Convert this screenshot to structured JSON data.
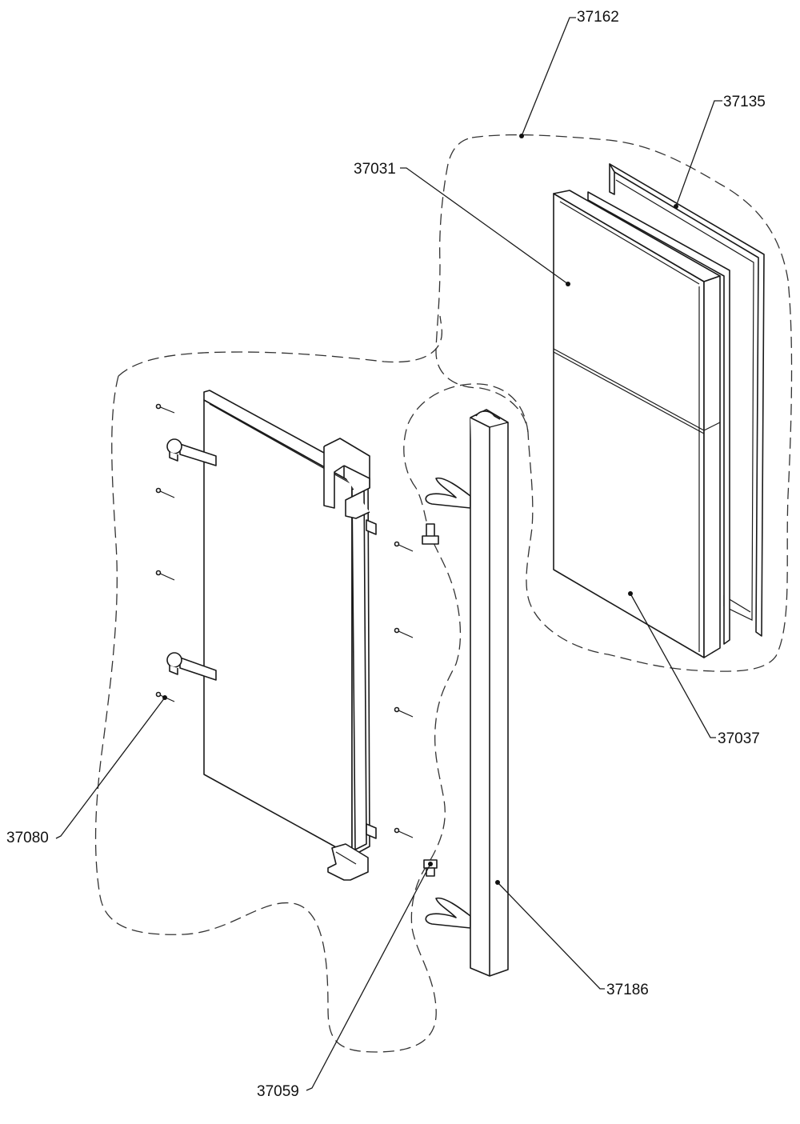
{
  "callouts": {
    "group_assembly": "37162",
    "outer_frame": "37135",
    "upper_panel": "37031",
    "lower_panel": "37037",
    "pin": "37080",
    "bushing": "37059",
    "hinge_channel": "37186"
  },
  "colors": {
    "line": "#1a1a1a",
    "dashed_outline": "#333333",
    "paper": "#ffffff"
  }
}
